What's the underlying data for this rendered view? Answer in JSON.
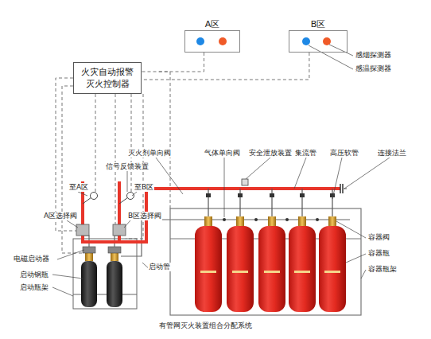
{
  "diagram": {
    "caption": "有管网灭火装置组合分配系统",
    "nodes": [
      {
        "text": [
          "A区"
        ]
      },
      {
        "text": [
          "B区"
        ]
      },
      {
        "text": [
          "火灾自动报警 灭火控制器"
        ]
      }
    ],
    "edges": [
      {
        "from": 0,
        "to": 2,
        "arrow": "none"
      },
      {
        "from": 1,
        "to": 2,
        "arrow": "none"
      }
    ],
    "labels": [
      "感烟探测器",
      "感温探测器",
      "信号反馈装置",
      "至A区",
      "至B区",
      "A区选择阀",
      "B区选择阀",
      "电磁启动器",
      "启动钢瓶",
      "启动瓶架",
      "启动管",
      "灭火剂单向阀",
      "气体单向阀",
      "安全泄放装置",
      "集流管",
      "高压软管",
      "连接法兰",
      "容器阀",
      "容器瓶",
      "容器瓶架"
    ]
  }
}
